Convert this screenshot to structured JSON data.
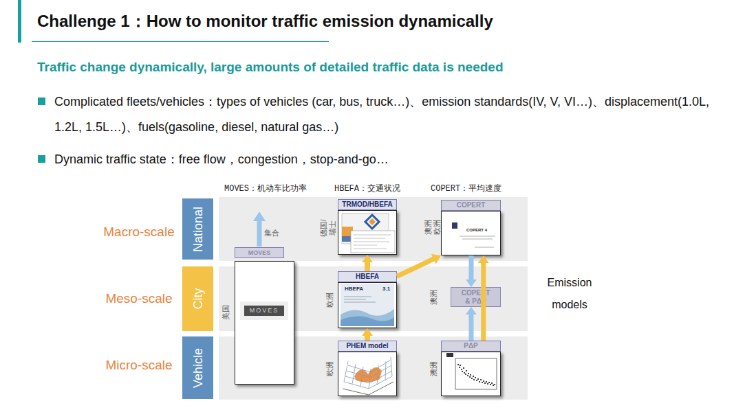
{
  "diagram": {
    "title": "Challenge 1：How to monitor traffic emission dynamically",
    "nodes": [
      {
        "text": [
          "National"
        ]
      },
      {
        "text": [
          "City"
        ]
      },
      {
        "text": [
          "Vehicle"
        ]
      },
      {
        "text": [
          "MOVES"
        ]
      },
      {
        "text": [
          "MOVES"
        ]
      },
      {
        "text": [
          "TRMOD/HBEFA"
        ]
      },
      {
        "text": [
          "HBEFA"
        ]
      },
      {
        "text": [
          "PHEM model"
        ]
      },
      {
        "text": [
          "COPERT"
        ]
      },
      {
        "text": [
          "COPERT & PΔP"
        ]
      },
      {
        "text": [
          "PΔP"
        ]
      }
    ],
    "edges": [
      {
        "from": 7,
        "to": 6,
        "arrow": "to"
      },
      {
        "from": 6,
        "to": 5,
        "arrow": "to"
      },
      {
        "from": 6,
        "to": 8,
        "arrow": "to"
      },
      {
        "from": 8,
        "to": 9,
        "arrow": "to"
      },
      {
        "from": 10,
        "to": 9,
        "arrow": "to"
      },
      {
        "from": 10,
        "to": 8,
        "arrow": "to"
      }
    ],
    "labels": [
      "Traffic change dynamically, large amounts of detailed traffic data is needed",
      "Complicated fleets/vehicles：types of vehicles (car, bus, truck…)、emission standards(IV, V, VI…)、displacement(1.0L, 1.2L, 1.5L…)、fuels(gasoline, diesel, natural gas…)",
      "Dynamic traffic state：free flow，congestion，stop-and-go…",
      "MOVES：机动车比功率",
      "HBEFA：交通状况",
      "COPERT：平均速度",
      "Macro-scale",
      "Meso-scale",
      "Micro-scale",
      "集合",
      "美国",
      "德国/ 瑞士",
      "欧洲",
      "欧洲",
      "澳洲 欧洲",
      "澳洲",
      "澳洲",
      "Emission models",
      "HBEFA",
      "3.1",
      "COPERT 4"
    ]
  }
}
